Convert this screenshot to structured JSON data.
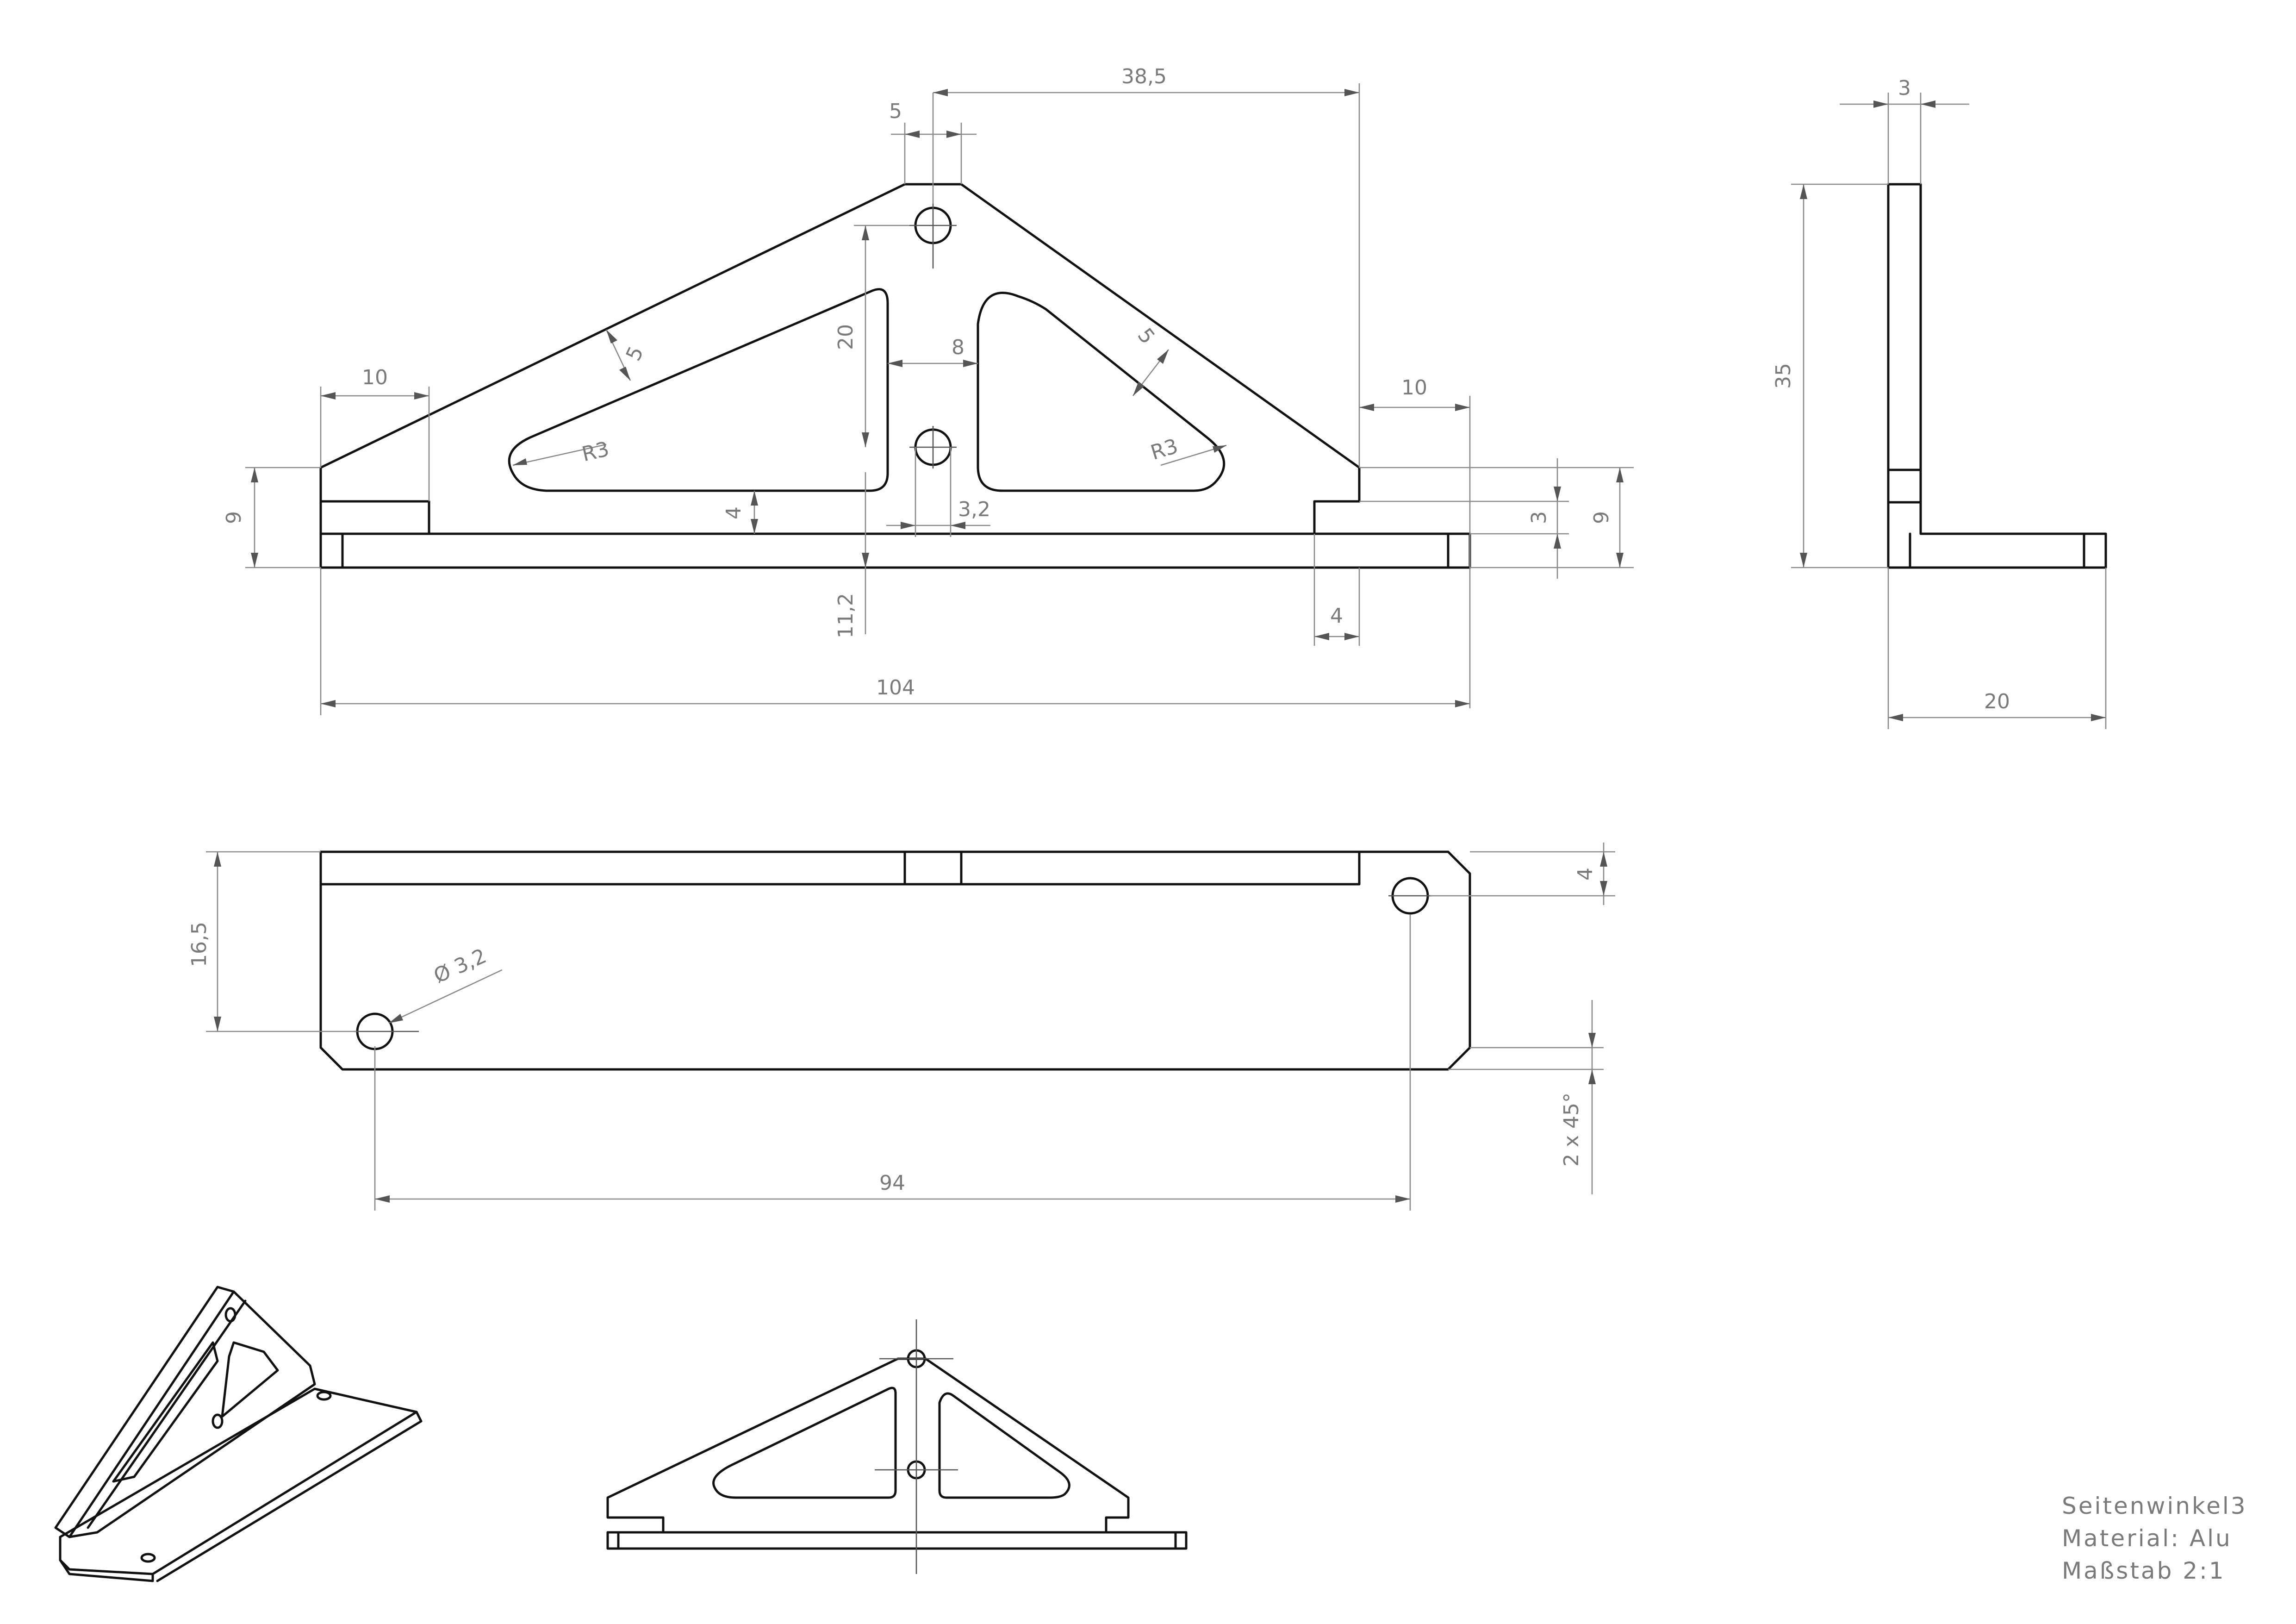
{
  "title_block": {
    "part_name": "Seitenwinkel3",
    "material": "Material: Alu",
    "scale": "Maßstab 2:1"
  },
  "front_view": {
    "dims": {
      "width_top": "38,5",
      "apex_flat": "5",
      "left_step": "10",
      "right_step": "10",
      "rib_left": "5",
      "rib_right": "5",
      "cutout_height": "20",
      "web_width": "8",
      "radius_left": "R3",
      "radius_right": "R3",
      "bottom_web": "4",
      "hole_dia": "3,2",
      "base_thickness": "3",
      "foot_height_left": "9",
      "foot_height_right": "9",
      "hole_height": "11,2",
      "slot_width": "4",
      "total_length": "104"
    }
  },
  "side_view": {
    "dims": {
      "wall_thickness": "3",
      "height": "35",
      "base_width": "20"
    }
  },
  "top_view": {
    "dims": {
      "width": "16,5",
      "edge_offset": "4",
      "hole_diameter": "Ø 3,2",
      "chamfer": "2 x 45°",
      "hole_spacing": "94"
    }
  }
}
